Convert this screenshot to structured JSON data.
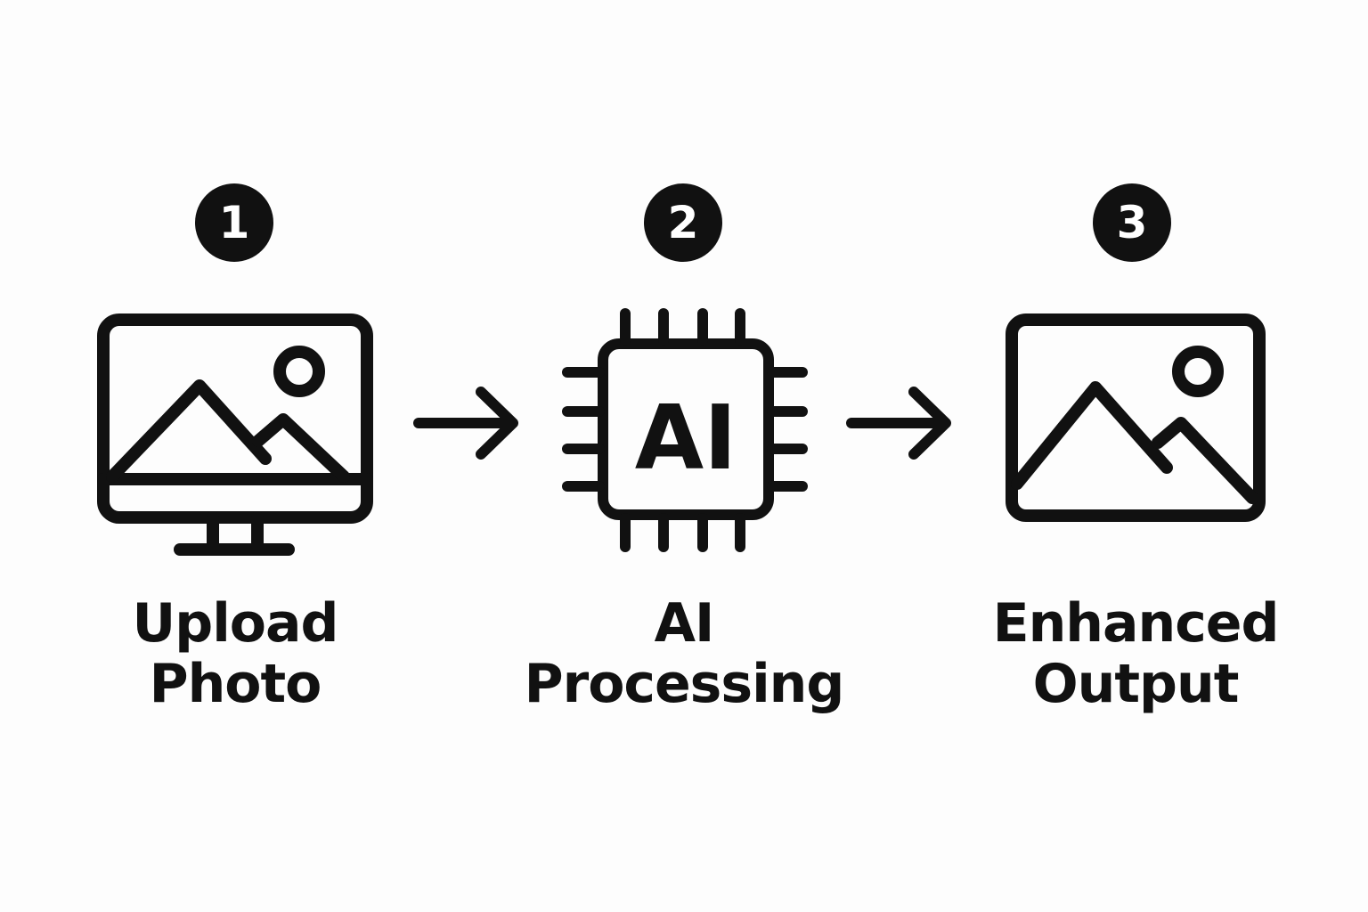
{
  "steps": [
    {
      "number": "1",
      "label_line1": "Upload",
      "label_line2": "Photo",
      "icon": "monitor-image-icon"
    },
    {
      "number": "2",
      "label_line1": "AI",
      "label_line2": "Processing",
      "icon": "ai-chip-icon",
      "chip_text": "AI"
    },
    {
      "number": "3",
      "label_line1": "Enhanced",
      "label_line2": "Output",
      "icon": "image-icon"
    }
  ],
  "connectors": [
    "arrow-right-icon",
    "arrow-right-icon"
  ],
  "colors": {
    "stroke": "#111111",
    "background": "#fdfdfd",
    "badge_text": "#ffffff"
  }
}
